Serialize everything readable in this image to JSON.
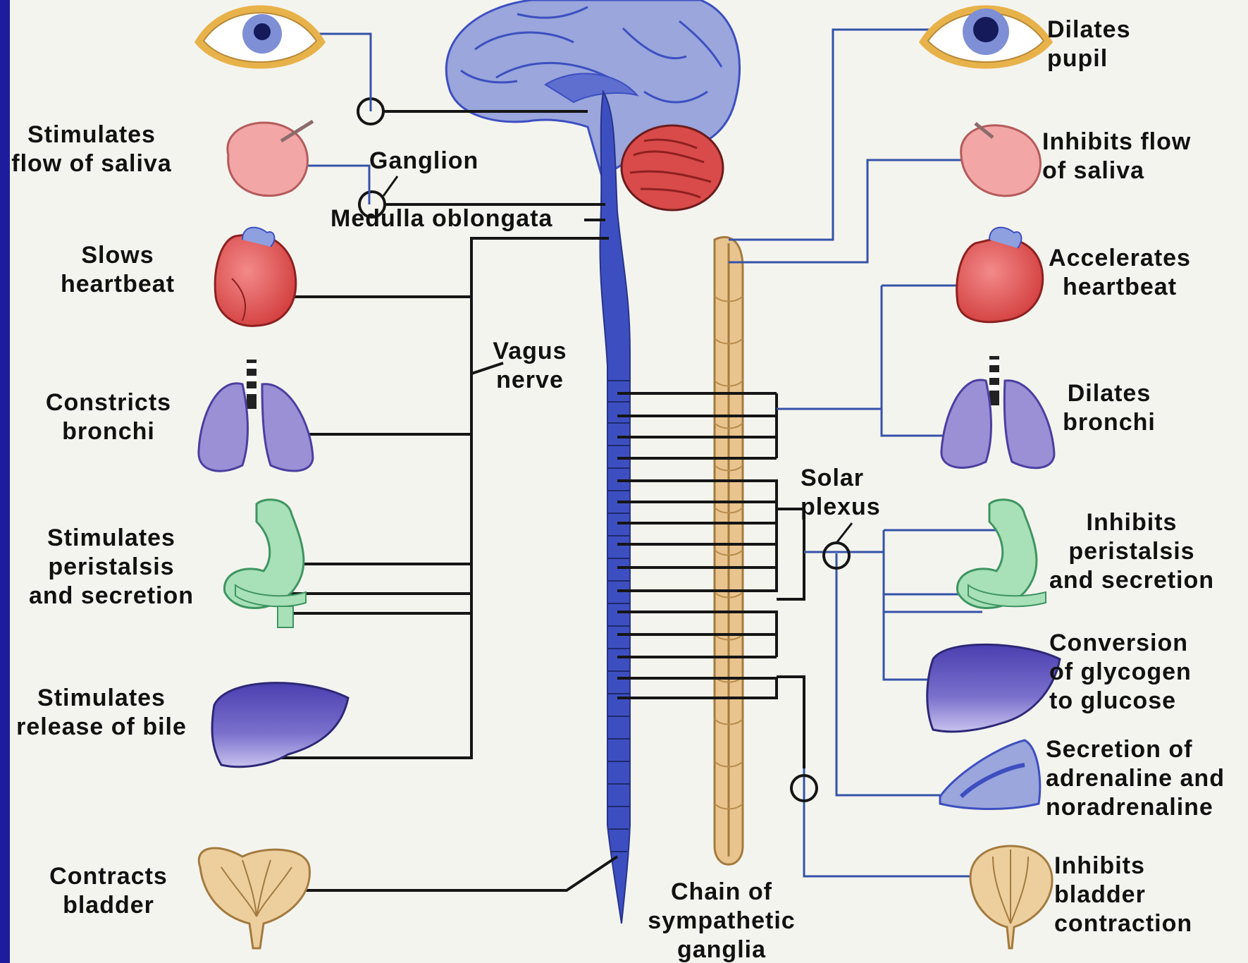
{
  "colors": {
    "background_frame": "#1c1c9c",
    "paper": "#f4f4ef",
    "spinal_cord": "#3d4fc0",
    "sympathetic_chain": "#e9c48e",
    "nerve_parasympathetic": "#151515",
    "nerve_sympathetic": "#3552a8",
    "cerebellum": "#d94a4a",
    "brain": "#9aa6dc"
  },
  "left_labels": {
    "eye": [],
    "saliva": [
      "Stimulates",
      "flow of saliva"
    ],
    "heart": [
      "Slows",
      "heartbeat"
    ],
    "bronchi": [
      "Constricts",
      "bronchi"
    ],
    "peristalsis": [
      "Stimulates",
      "peristalsis",
      "and secretion"
    ],
    "bile": [
      "Stimulates",
      "release of bile"
    ],
    "bladder": [
      "Contracts",
      "bladder"
    ]
  },
  "right_labels": {
    "pupil": [
      "Dilates",
      "pupil"
    ],
    "saliva": [
      "Inhibits flow",
      "of saliva"
    ],
    "heart": [
      "Accelerates",
      "heartbeat"
    ],
    "bronchi": [
      "Dilates",
      "bronchi"
    ],
    "peristalsis": [
      "Inhibits",
      "peristalsis",
      "and secretion"
    ],
    "glycogen": [
      "Conversion",
      "of glycogen",
      "to glucose"
    ],
    "adrenaline": [
      "Secretion of",
      "adrenaline and",
      "noradrenaline"
    ],
    "bladder": [
      "Inhibits",
      "bladder",
      "contraction"
    ]
  },
  "center_labels": {
    "ganglion": "Ganglion",
    "medulla": "Medulla oblongata",
    "vagus": [
      "Vagus",
      "nerve"
    ],
    "solar_plexus": [
      "Solar",
      "plexus"
    ],
    "chain": [
      "Chain of",
      "sympathetic",
      "ganglia"
    ]
  }
}
